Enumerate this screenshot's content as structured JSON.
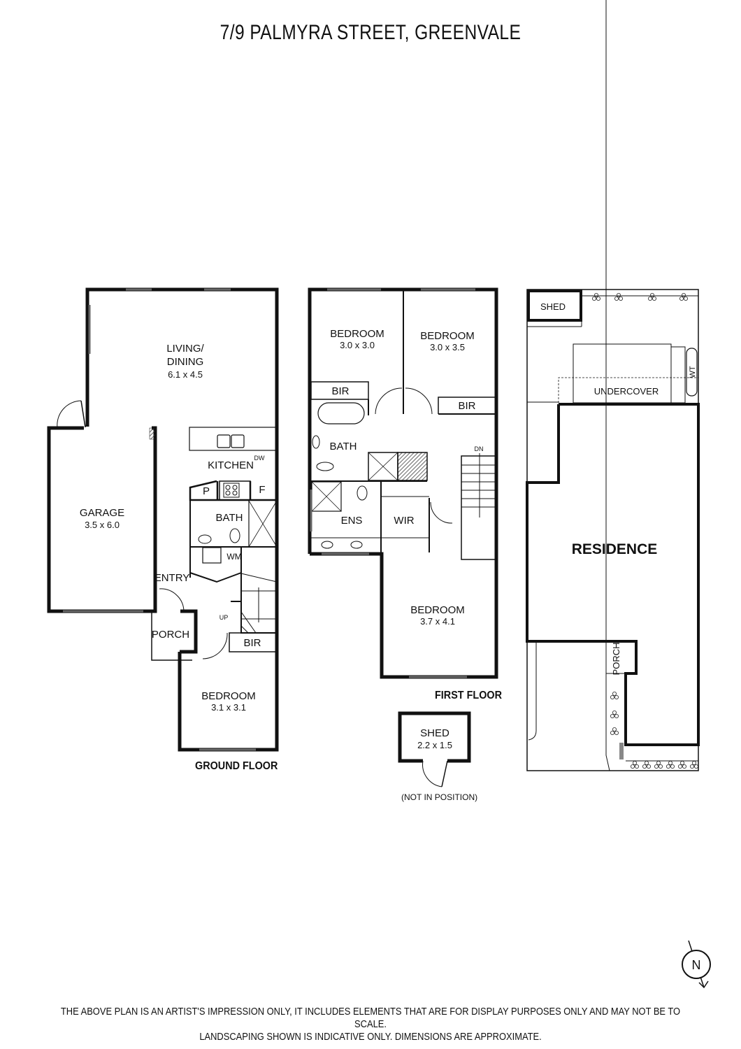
{
  "title": "7/9 PALMYRA STREET, GREENVALE",
  "ground_floor": {
    "label": "GROUND FLOOR",
    "rooms": {
      "living": {
        "name_line1": "LIVING/",
        "name_line2": "DINING",
        "dims": "6.1 x 4.5"
      },
      "kitchen": {
        "name": "KITCHEN",
        "dw": "DW",
        "pantry": "P",
        "fridge": "F"
      },
      "bath": {
        "name": "BATH",
        "wm": "WM"
      },
      "garage": {
        "name": "GARAGE",
        "dims": "3.5 x 6.0"
      },
      "entry": {
        "name": "ENTRY"
      },
      "porch": {
        "name": "PORCH"
      },
      "bir": {
        "name": "BIR"
      },
      "stairs": {
        "up": "UP"
      },
      "bedroom": {
        "name": "BEDROOM",
        "dims": "3.1 x 3.1"
      }
    }
  },
  "first_floor": {
    "label": "FIRST FLOOR",
    "rooms": {
      "bedroom1": {
        "name": "BEDROOM",
        "dims": "3.0 x 3.0"
      },
      "bedroom2": {
        "name": "BEDROOM",
        "dims": "3.0 x 3.5"
      },
      "bir1": {
        "name": "BIR"
      },
      "bir2": {
        "name": "BIR"
      },
      "bath": {
        "name": "BATH"
      },
      "ens": {
        "name": "ENS"
      },
      "wir": {
        "name": "WIR"
      },
      "stairs": {
        "dn": "DN"
      },
      "bedroom3": {
        "name": "BEDROOM",
        "dims": "3.7 x 4.1"
      }
    }
  },
  "shed": {
    "name": "SHED",
    "dims": "2.2 x 1.5",
    "note": "(NOT IN POSITION)"
  },
  "site_plan": {
    "shed": "SHED",
    "undercover": "UNDERCOVER",
    "wt": "WT",
    "residence": "RESIDENCE",
    "porch": "PORCH"
  },
  "compass": {
    "letter": "N"
  },
  "disclaimer": {
    "line1": "THE ABOVE PLAN IS AN ARTIST'S IMPRESSION ONLY, IT INCLUDES ELEMENTS THAT ARE FOR DISPLAY PURPOSES ONLY AND MAY NOT BE TO SCALE.",
    "line2": "LANDSCAPING SHOWN IS INDICATIVE ONLY. DIMENSIONS ARE APPROXIMATE."
  }
}
